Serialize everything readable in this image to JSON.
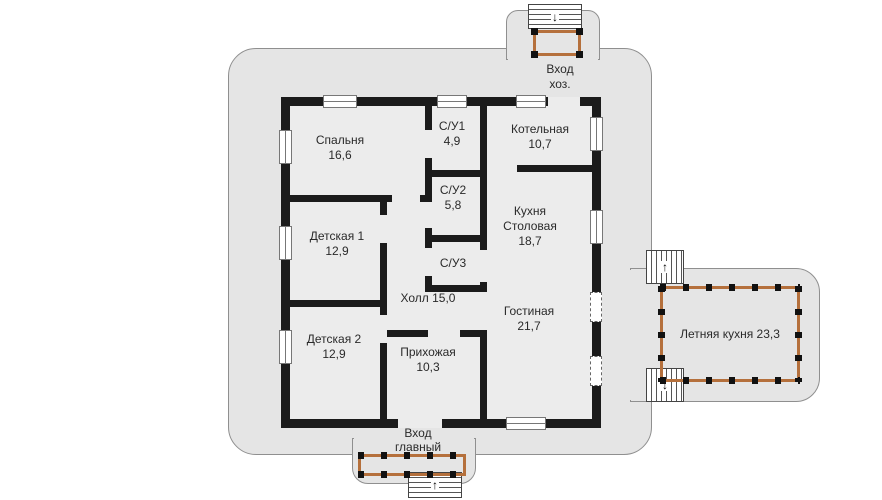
{
  "plan": {
    "rooms": {
      "bedroom": {
        "name": "Спальня",
        "area": "16,6"
      },
      "wc1": {
        "name": "С/У1",
        "area": "4,9"
      },
      "boiler": {
        "name": "Котельная",
        "area": "10,7"
      },
      "wc2": {
        "name": "С/У2",
        "area": "5,8"
      },
      "kitchen": {
        "name": "Кухня",
        "name2": "Столовая",
        "area": "18,7"
      },
      "kids1": {
        "name": "Детская 1",
        "area": "12,9"
      },
      "wc3": {
        "name": "С/У3"
      },
      "hall": {
        "name": "Холл 15,0"
      },
      "living": {
        "name": "Гостиная",
        "area": "21,7"
      },
      "kids2": {
        "name": "Детская 2",
        "area": "12,9"
      },
      "entry_hall": {
        "name": "Прихожая",
        "area": "10,3"
      },
      "summer_kitchen": {
        "name": "Летняя кухня 23,3"
      }
    },
    "entrances": {
      "service": {
        "line1": "Вход",
        "line2": "хоз."
      },
      "main": {
        "line1": "Вход",
        "line2": "главный"
      }
    },
    "icons": {
      "stairs_arrow_up": "↑",
      "stairs_arrow_down": "↓"
    },
    "colors": {
      "wall": "#1b1b1b",
      "plot_fill": "#e5e5e5",
      "floor_fill": "#ececec",
      "porch_border": "#b5703c",
      "outline": "#8f8f8f"
    }
  }
}
